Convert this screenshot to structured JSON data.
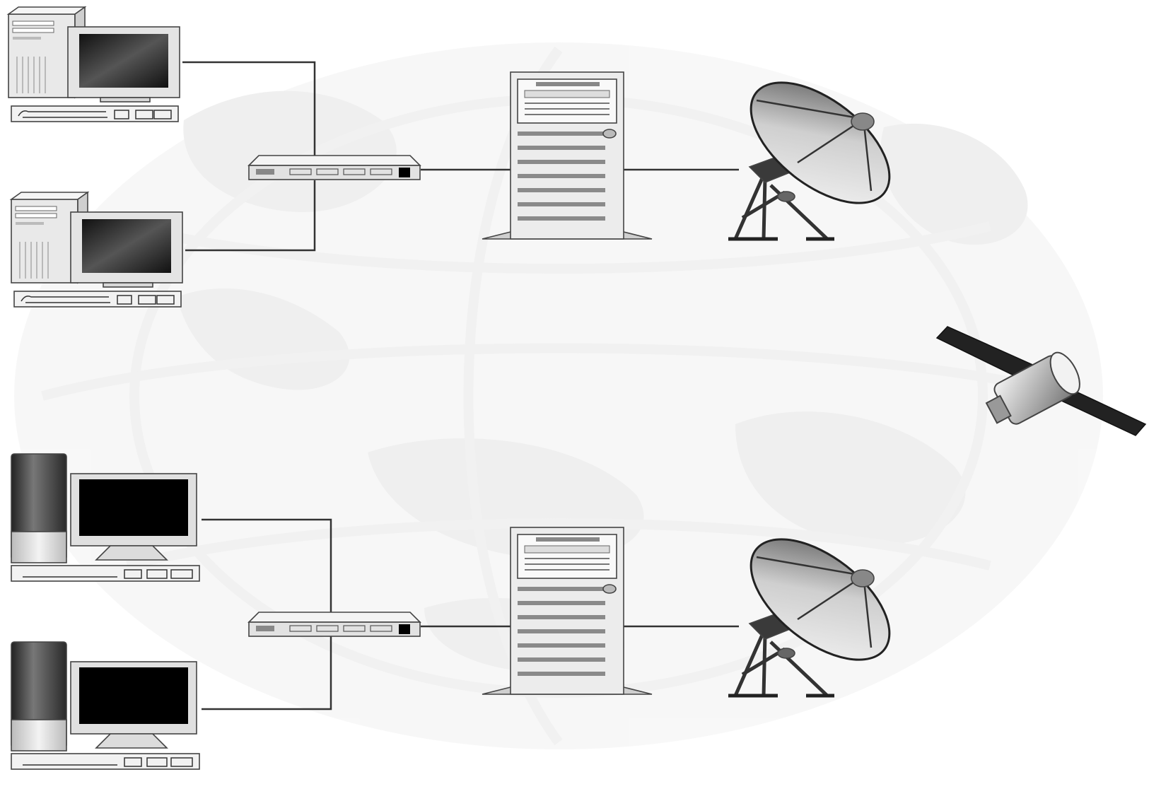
{
  "diagram": {
    "type": "satellite network topology",
    "sites": [
      {
        "id": "site-top",
        "workstations": [
          {
            "style": "beige desktop"
          },
          {
            "style": "beige desktop"
          }
        ],
        "switch": {
          "style": "rack hub"
        },
        "server": {
          "style": "tower server"
        },
        "dish": {
          "style": "satellite dish"
        }
      },
      {
        "id": "site-bottom",
        "workstations": [
          {
            "style": "dark tower desktop"
          },
          {
            "style": "dark tower desktop"
          }
        ],
        "switch": {
          "style": "rack hub"
        },
        "server": {
          "style": "tower server"
        },
        "dish": {
          "style": "satellite dish"
        }
      }
    ],
    "satellite": {
      "style": "communications satellite"
    },
    "background": {
      "style": "faint world globe"
    },
    "icons": [
      "computer-icon",
      "hub-icon",
      "server-icon",
      "dish-icon",
      "satellite-icon",
      "globe-icon"
    ],
    "colors": {
      "background": "#ffffff",
      "globe": "#ececec",
      "line": "#333333",
      "device_light": "#e6e6e6",
      "device_dark": "#2a2a2a",
      "solar_panel": "#222222"
    }
  }
}
